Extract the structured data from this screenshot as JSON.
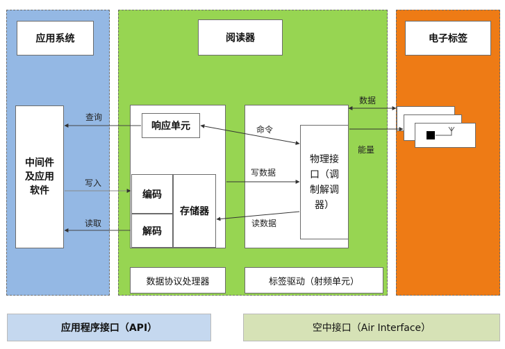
{
  "columns": {
    "app_system": {
      "title": "应用系统",
      "middleware": "中间件及应用软件",
      "color": "#94b8e4"
    },
    "reader": {
      "title": "阅读器",
      "color": "#97d552"
    },
    "tag": {
      "title": "电子标签",
      "color": "#ee7b15"
    }
  },
  "reader_blocks": {
    "response_unit": "响应单元",
    "encode": "编码",
    "decode": "解码",
    "storage": "存储器",
    "phy_interface": "物理接口（调制解调器）",
    "protocol_processor": "数据协议处理器",
    "tag_driver": "标签驱动（射频单元）"
  },
  "arrows": {
    "query": "查询",
    "write": "写入",
    "read": "读取",
    "command": "命令",
    "write_data": "写数据",
    "read_data": "读数据",
    "data": "数据",
    "energy": "能量"
  },
  "bottom": {
    "api": "应用程序接口（API）",
    "air": "空中接口（Air Interface）",
    "api_color": "#c5d8ef",
    "air_color": "#d6e2b6"
  }
}
